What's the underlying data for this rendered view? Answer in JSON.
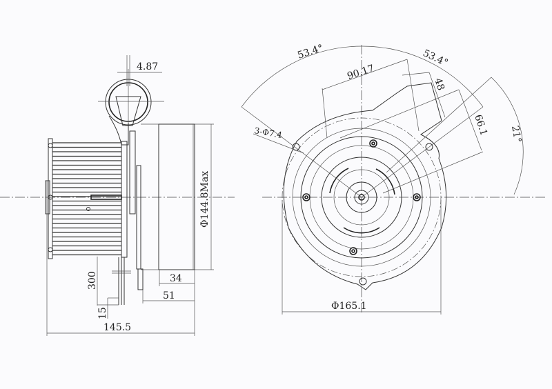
{
  "drawing": {
    "title": "Blower motor dimension drawing",
    "side_view": {
      "outlet_offset": "4.87",
      "housing_diameter": "Φ144.8Max",
      "lead_length": "300",
      "lead_strip": "15",
      "depth_34": "34",
      "depth_51": "51",
      "overall_length": "145.5"
    },
    "front_view": {
      "angle_left": "53.4°",
      "angle_right": "53.4°",
      "outlet_width": "90.17",
      "outlet_height": "48",
      "outlet_offset": "66.1",
      "outlet_angle": "21°",
      "mount_holes": "3-Φ7.4",
      "outer_diameter": "Φ165.1"
    }
  }
}
